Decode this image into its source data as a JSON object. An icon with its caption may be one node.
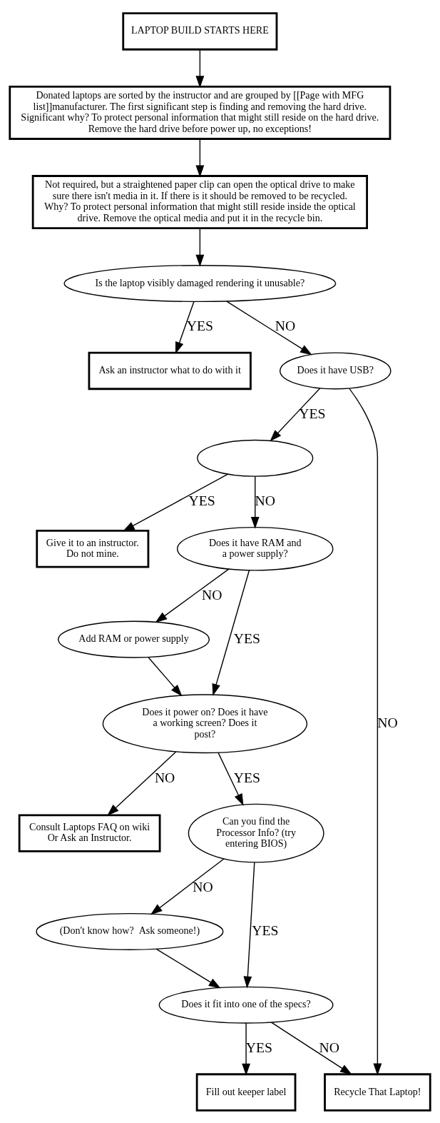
{
  "diagram": {
    "nodes": [
      {
        "text": [
          "LAPTOP BUILD STARTS HERE"
        ]
      },
      {
        "text": [
          "Donated laptops are sorted by the instructor and are grouped by [[Page with MFG list]]manufacturer. The first significant step is finding and removing the hard drive. Significant why? To protect personal information that might still reside on the hard drive. Remove the hard drive before power up, no exceptions!"
        ]
      },
      {
        "text": [
          "Not required, but a straightened paper clip can open the optical drive to make sure there isn't media in it. If there is it should be removed to be recycled. Why? To protect personal information that might still reside inside the optical drive. Remove the optical media and put it in the recycle bin."
        ]
      },
      {
        "text": [
          "Is the laptop visibly damaged rendering it unusable?"
        ]
      },
      {
        "text": [
          "Ask an instructor what to do with it"
        ]
      },
      {
        "text": [
          "Does it have USB?"
        ]
      },
      {
        "text": [],
        "shape": "ellipse"
      },
      {
        "text": [
          "Give it to an instructor. Do not mine."
        ]
      },
      {
        "text": [
          "Does it have RAM and a power supply?"
        ]
      },
      {
        "text": [
          "Add RAM or power supply"
        ]
      },
      {
        "text": [
          "Does it power on? Does it have a working screen? Does it post?"
        ]
      },
      {
        "text": [
          "Consult Laptops FAQ on wiki Or Ask an Instructor."
        ]
      },
      {
        "text": [
          "Can you find the Processor Info? (try entering BIOS)"
        ]
      },
      {
        "text": [
          "(Don't know how?  Ask someone!)"
        ]
      },
      {
        "text": [
          "Does it fit into one of the specs?"
        ]
      },
      {
        "text": [
          "Fill out keeper label"
        ]
      },
      {
        "text": [
          "Recycle That Laptop!"
        ]
      }
    ],
    "edges": [
      {
        "from": 0,
        "to": 1,
        "arrow": "to"
      },
      {
        "from": 1,
        "to": 2,
        "arrow": "to"
      },
      {
        "from": 2,
        "to": 3,
        "arrow": "to"
      },
      {
        "from": 3,
        "to": 4,
        "arrow": "to",
        "label": "YES"
      },
      {
        "from": 3,
        "to": 5,
        "arrow": "to",
        "label": "NO"
      },
      {
        "from": 5,
        "to": 6,
        "arrow": "to",
        "label": "YES"
      },
      {
        "from": 5,
        "to": 16,
        "arrow": "to",
        "label": "NO"
      },
      {
        "from": 6,
        "to": 7,
        "arrow": "to",
        "label": "YES"
      },
      {
        "from": 6,
        "to": 8,
        "arrow": "to",
        "label": "NO"
      },
      {
        "from": 8,
        "to": 9,
        "arrow": "to",
        "label": "NO"
      },
      {
        "from": 8,
        "to": 10,
        "arrow": "to",
        "label": "YES"
      },
      {
        "from": 9,
        "to": 10,
        "arrow": "to"
      },
      {
        "from": 10,
        "to": 11,
        "arrow": "to",
        "label": "NO"
      },
      {
        "from": 10,
        "to": 12,
        "arrow": "to",
        "label": "YES"
      },
      {
        "from": 12,
        "to": 14,
        "arrow": "to",
        "label": "YES"
      },
      {
        "from": 12,
        "to": 13,
        "arrow": "to",
        "label": "NO"
      },
      {
        "from": 13,
        "to": 14,
        "arrow": "to"
      },
      {
        "from": 14,
        "to": 15,
        "arrow": "to",
        "label": "YES"
      },
      {
        "from": 14,
        "to": 16,
        "arrow": "to",
        "label": "NO"
      }
    ]
  }
}
